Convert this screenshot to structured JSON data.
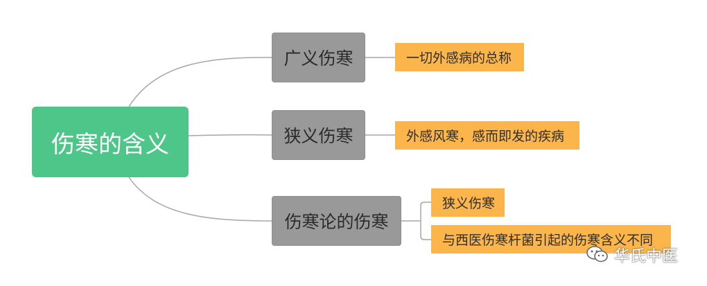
{
  "root": {
    "label": "伤寒的含义"
  },
  "branches": [
    {
      "label": "广义伤寒",
      "details": [
        "一切外感病的总称"
      ]
    },
    {
      "label": "狭义伤寒",
      "details": [
        "外感风寒，感而即发的疾病"
      ]
    },
    {
      "label": "伤寒论的伤寒",
      "details": [
        "狭义伤寒",
        "与西医伤寒杆菌引起的伤寒含义不同"
      ]
    }
  ],
  "watermark": {
    "icon": "wechat-icon",
    "text": "华氏中医"
  },
  "colors": {
    "root": "#4ec589",
    "branch": "#999999",
    "leaf": "#fbb54a",
    "connector": "#a6a6a6"
  }
}
